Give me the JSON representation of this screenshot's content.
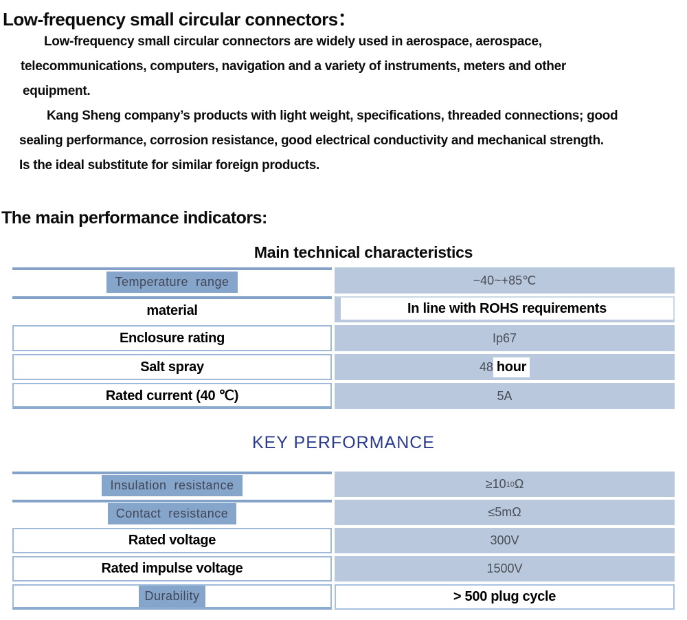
{
  "doc": {
    "title": "Low-frequency small circular connectors：",
    "intro_lines": [
      "Low-frequency small circular connectors are widely used in aerospace, aerospace,",
      "telecommunications, computers, navigation and a variety of instruments, meters and other",
      "equipment.",
      "Kang Sheng company’s products with light weight, specifications, threaded connections; good",
      "sealing performance, corrosion resistance, good electrical conductivity and mechanical strength.",
      "Is the ideal substitute for similar foreign products."
    ],
    "section_heading": "The main performance indicators:"
  },
  "tables": {
    "main": {
      "title": "Main technical characteristics",
      "rows": [
        {
          "label": "Temperature  range",
          "value": "−40~+85℃"
        },
        {
          "label": "material",
          "value": "In line with ROHS requirements"
        },
        {
          "label": "Enclosure rating",
          "value": "Ip67"
        },
        {
          "label": "Salt spray",
          "value_num": "48",
          "value_unit": "hour"
        },
        {
          "label": "Rated current (40 ℃)",
          "value": "5A"
        }
      ]
    },
    "key": {
      "title": "KEY PERFORMANCE",
      "rows": [
        {
          "label": "Insulation  resistance",
          "value_base": "≥10",
          "value_sup": "10",
          "value_suffix": "Ω"
        },
        {
          "label": "Contact  resistance",
          "value": "≤5mΩ"
        },
        {
          "label": "Rated voltage",
          "value": "300V"
        },
        {
          "label": "Rated impulse voltage",
          "value": "1500V"
        },
        {
          "label": "Durability",
          "value": "> 500 plug cycle"
        }
      ]
    }
  },
  "colors": {
    "cell_blue": "#b9c8dc",
    "highlight_blue": "#86a5ca",
    "border_blue": "#9fb9da",
    "heading_navy": "#2b3b8f"
  }
}
